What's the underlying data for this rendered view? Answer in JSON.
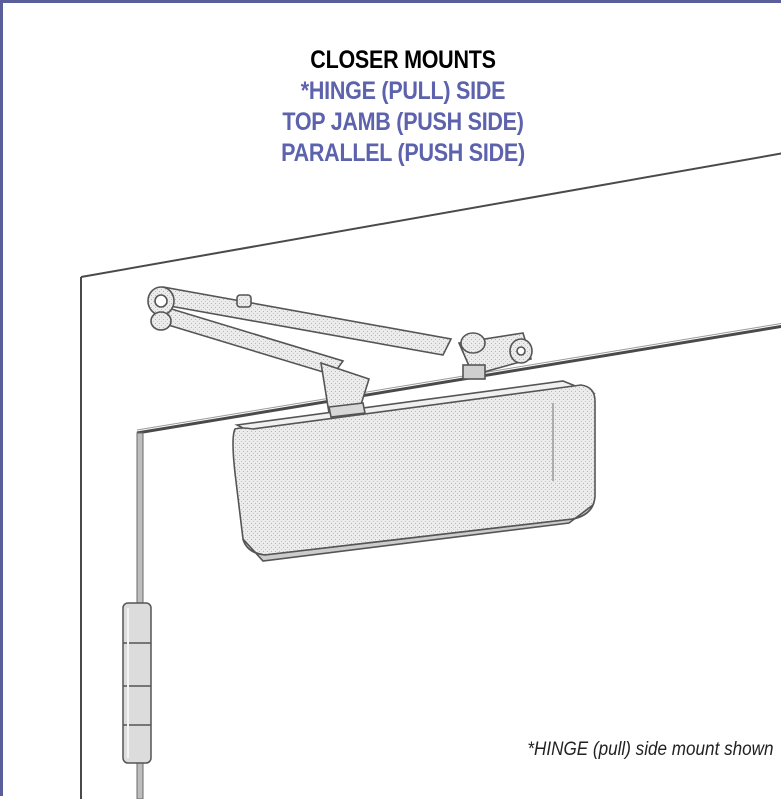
{
  "heading": {
    "title": "CLOSER MOUNTS",
    "options": [
      "*HINGE (PULL) SIDE",
      "TOP JAMB (PUSH SIDE)",
      "PARALLEL (PUSH SIDE)"
    ]
  },
  "caption": "*HINGE (pull) side mount shown",
  "colors": {
    "frame_border": "#5a5f9c",
    "option_text": "#5d62ad",
    "line_art": "#555555",
    "closer_fill": "#e6e6e6"
  },
  "icons": {
    "illustration": "door-closer-illustration"
  }
}
